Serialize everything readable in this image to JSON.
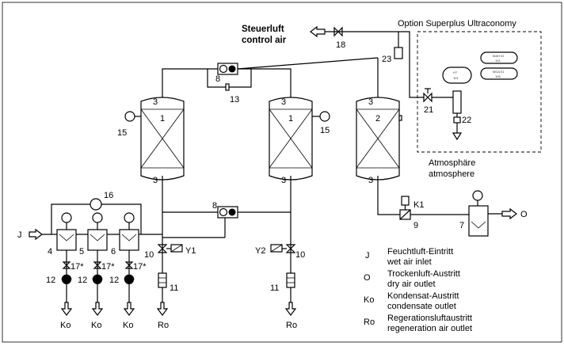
{
  "steuerluft": "Steuerluft",
  "control_air": "control air",
  "option": "Option Superplus Ultraconomy",
  "atmosphaere": "Atmosphäre",
  "atmosphere": "atmosphere",
  "vessels": {
    "left": "1",
    "middle": "1",
    "right": "2"
  },
  "vessel_port_top": "3",
  "vessel_port_bottom": "3",
  "numbers": {
    "n4": "4",
    "n5": "5",
    "n6": "6",
    "n7": "7",
    "n8": "8",
    "n9": "9",
    "n10": "10",
    "n11": "11",
    "n12": "12",
    "n13": "13",
    "n15": "15",
    "n16": "16",
    "n17": "17*",
    "n18": "18",
    "n21": "21",
    "n22": "22",
    "n23": "23",
    "k1": "K1",
    "y1": "Y1",
    "y2": "Y2"
  },
  "ports": {
    "j": "J",
    "o": "O",
    "ko": "Ko",
    "ro": "Ro"
  },
  "panel_labels": [
    "MAH 02",
    "101",
    "HT",
    "101",
    "MGA 01",
    "105"
  ],
  "legend": [
    {
      "key": "J",
      "de": "Feuchtluft-Eintritt",
      "en": "wet air inlet"
    },
    {
      "key": "O",
      "de": "Trockenluft-Austritt",
      "en": "dry air outlet"
    },
    {
      "key": "Ko",
      "de": "Kondensat-Austritt",
      "en": "condensate outlet"
    },
    {
      "key": "Ro",
      "de": "Regerationsluftaustritt",
      "en": "regeneration air outlet"
    }
  ]
}
